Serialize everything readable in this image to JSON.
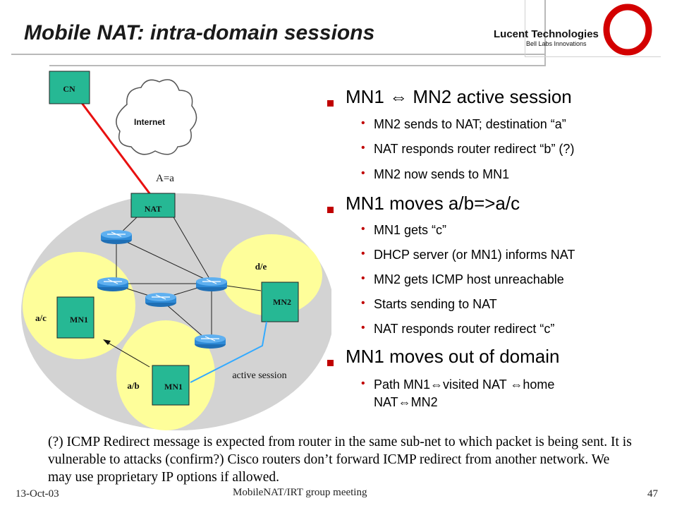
{
  "slide": {
    "title": "Mobile NAT: intra-domain sessions",
    "logo": {
      "company": "Lucent Technologies",
      "tagline": "Bell Labs Innovations"
    },
    "colors": {
      "accent": "#c00000",
      "box_green": "#26b894",
      "subnet_yellow": "#fefe9a",
      "domain_gray": "#d3d3d3",
      "link_red": "#e81010",
      "session_cyan": "#33aaff"
    }
  },
  "diagram": {
    "cn_label": "CN",
    "internet_label": "Internet",
    "nat_address_label": "A=a",
    "nat_label": "NAT",
    "subnet_de_label": "d/e",
    "subnet_ac_label": "a/c",
    "subnet_ab_label": "a/b",
    "mn1_label": "MN1",
    "mn2_label": "MN2",
    "mn1_label_2": "MN1",
    "active_session_label": "active session"
  },
  "bullets": [
    {
      "text": "MN1 ⇔ MN2 active session",
      "subs": [
        "MN2 sends to NAT; destination “a”",
        "NAT responds router redirect “b” (?)",
        "MN2 now sends to MN1"
      ]
    },
    {
      "text": "MN1 moves a/b=>a/c",
      "subs": [
        "MN1 gets “c”",
        "DHCP server (or MN1) informs NAT",
        "MN2 gets ICMP host unreachable",
        "Starts sending to NAT",
        "NAT responds router redirect “c”"
      ]
    },
    {
      "text": "MN1 moves out of domain",
      "subs": [
        "Path MN1⇔visited NAT ⇔home",
        "NAT⇔MN2"
      ]
    }
  ],
  "note": "(?) ICMP Redirect message is expected from router in the same sub-net to which packet is being sent. It is vulnerable to attacks (confirm?)  Cisco routers don’t forward ICMP redirect from another network. We may use proprietary IP options if allowed.",
  "footer": {
    "date": "13-Oct-03",
    "center": "MobileNAT/IRT group meeting",
    "page": "47"
  }
}
